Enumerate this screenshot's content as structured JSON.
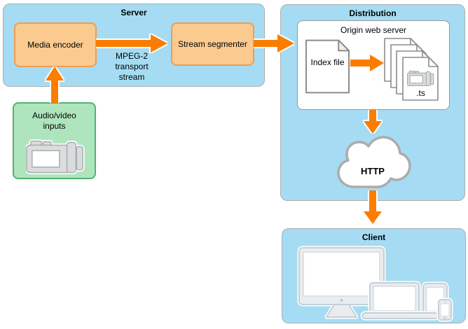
{
  "server": {
    "title": "Server",
    "media_encoder_label": "Media encoder",
    "stream_segmenter_label": "Stream segmenter",
    "stream_arrow_label": [
      "MPEG-2",
      "transport",
      "stream"
    ]
  },
  "inputs": {
    "label": "Audio/video inputs"
  },
  "distribution": {
    "title": "Distribution",
    "origin_server_label": "Origin web server",
    "index_file_label": "Index file",
    "ts_file_label": ".ts",
    "http_label": "HTTP"
  },
  "client": {
    "title": "Client"
  },
  "icons": {
    "inputs_icon": "camcorder-icon",
    "index_icon": "document-icon",
    "segment_icon": "ts-video-file-icon",
    "network_icon": "cloud-icon",
    "client_device_icons": [
      "desktop-icon",
      "laptop-icon",
      "tablet-icon",
      "smartphone-icon"
    ]
  },
  "colors": {
    "panel_blue": "#A5DCF3",
    "panel_border": "#ADADAD",
    "node_orange_fill": "#FACA8F",
    "node_orange_border": "#EE9D54",
    "inputs_green_fill": "#AFE5BD",
    "inputs_green_border": "#53B175",
    "arrow_orange": "#FA7D00",
    "device_gray": "#E9EDF0",
    "device_border": "#C6CFD6",
    "outline_gray": "#8C8C8C"
  }
}
